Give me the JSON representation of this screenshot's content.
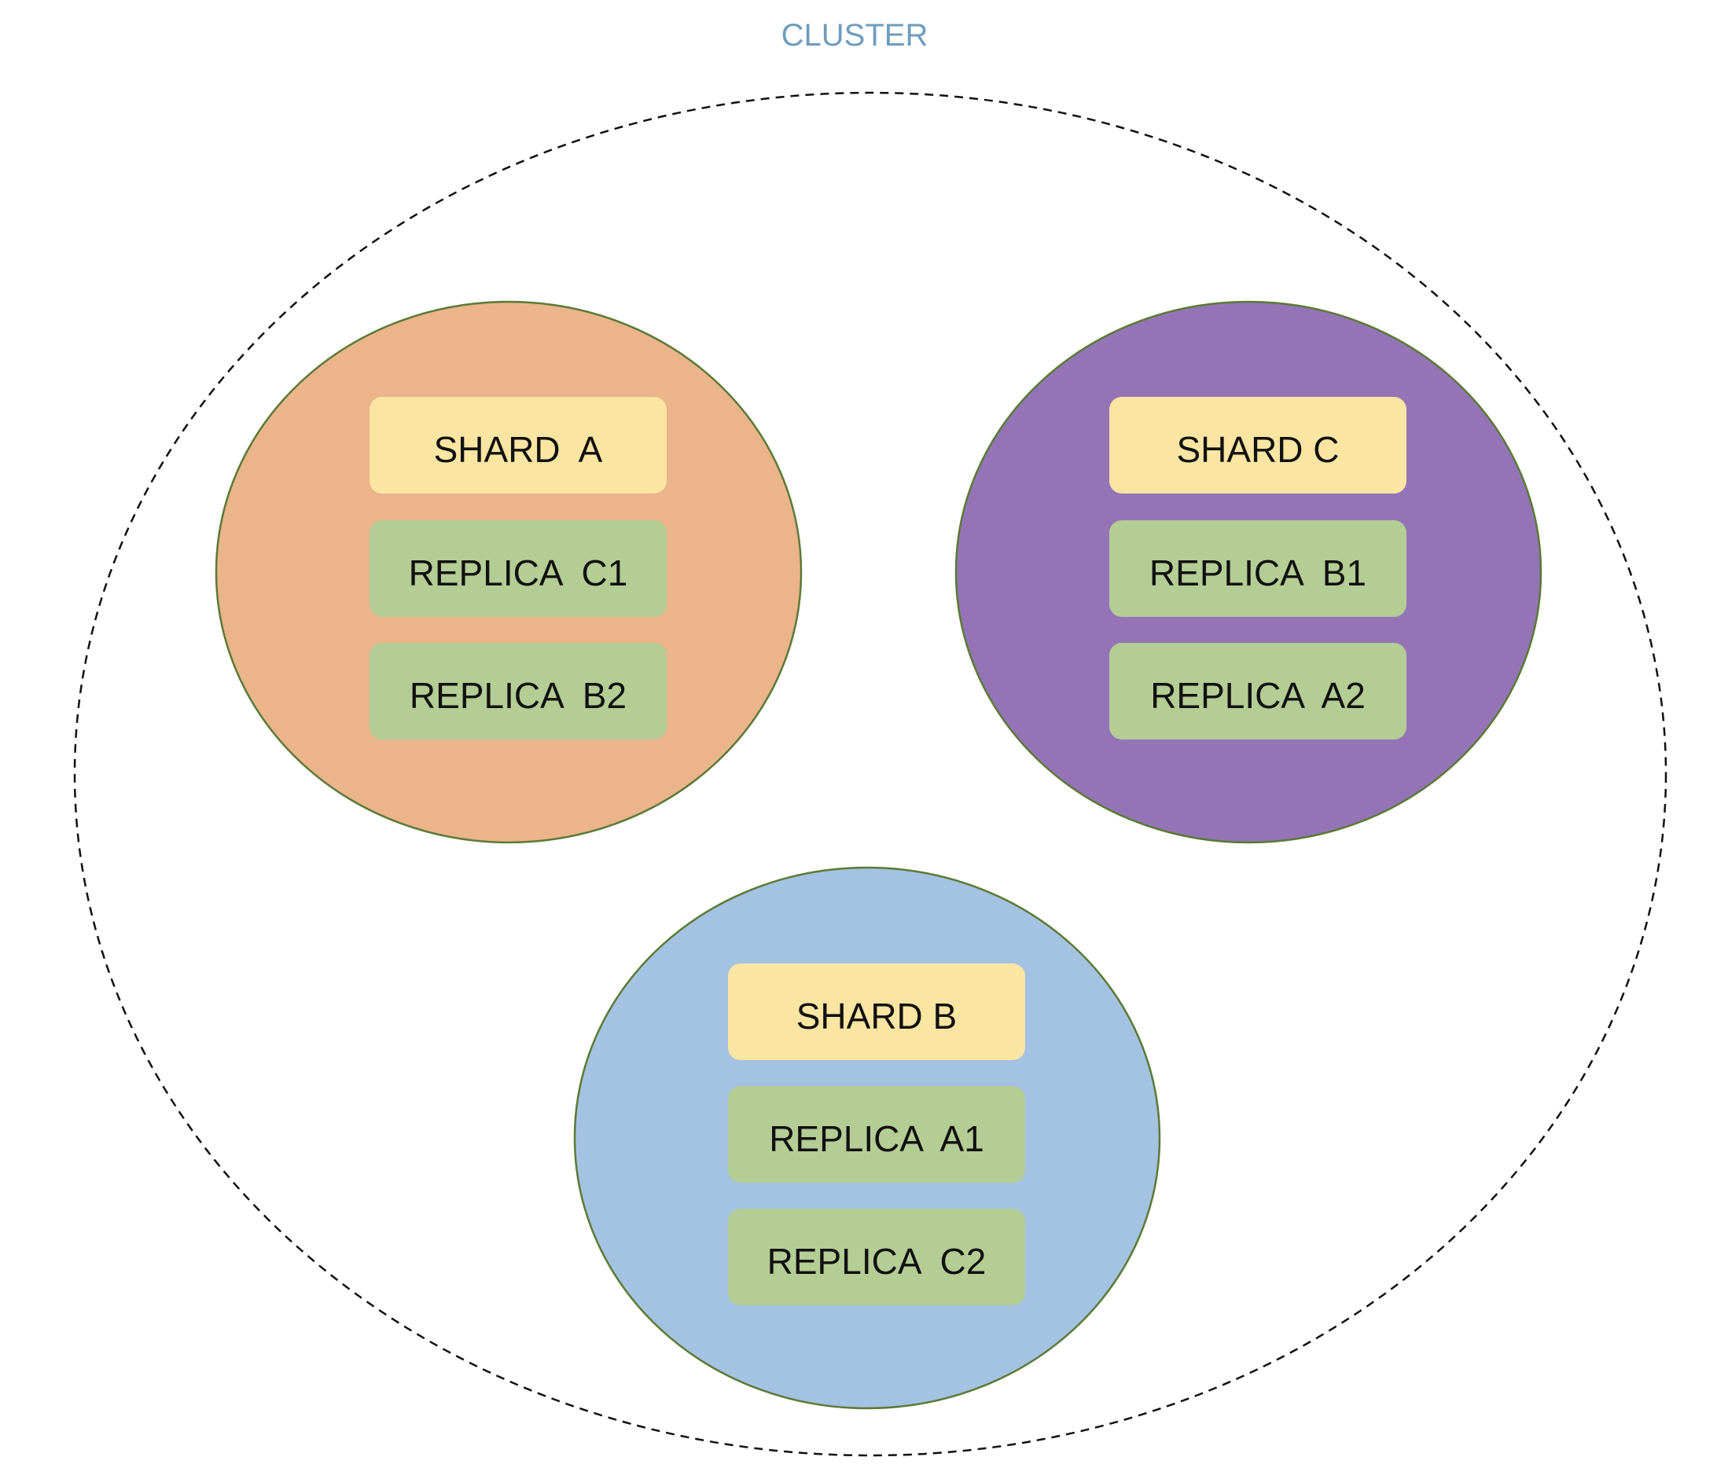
{
  "cluster": {
    "label": "CLUSTER",
    "label_color": "#6e9dbd",
    "border_color": "#111111"
  },
  "colors": {
    "shard_fill": "#fae5a3",
    "replica_fill": "#b3cd94",
    "node_stroke": "#5a7a35"
  },
  "nodes": [
    {
      "id": "node-a",
      "fill": "#ebb48a",
      "shard": "SHARD  A",
      "replicas": [
        "REPLICA  C1",
        "REPLICA  B2"
      ]
    },
    {
      "id": "node-c",
      "fill": "#9474b6",
      "shard": "SHARD C",
      "replicas": [
        "REPLICA  B1",
        "REPLICA  A2"
      ]
    },
    {
      "id": "node-b",
      "fill": "#a4c2e2",
      "shard": "SHARD B",
      "replicas": [
        "REPLICA  A1",
        "REPLICA  C2"
      ]
    }
  ]
}
